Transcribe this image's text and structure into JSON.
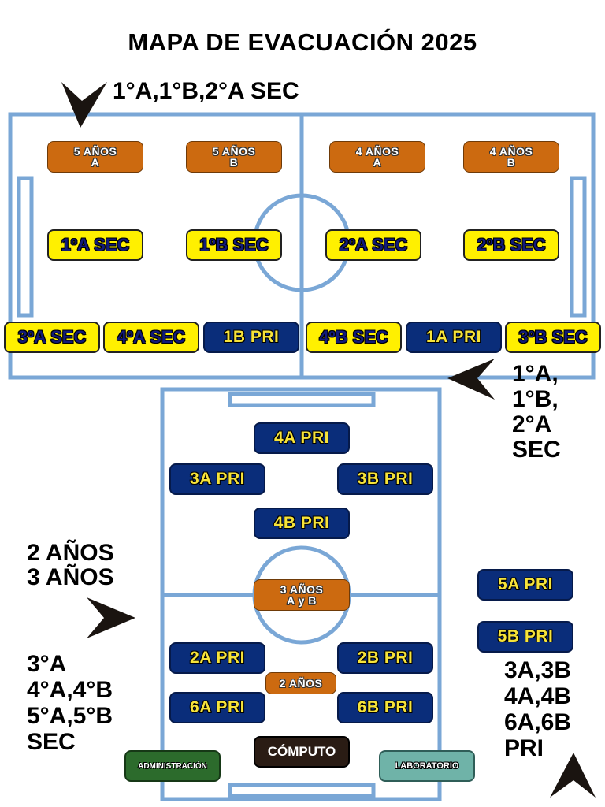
{
  "title": "MAPA DE EVACUACIÓN 2025",
  "labels": {
    "top_route": "1°A,1°B,2°A SEC",
    "right_route": "1°A,\n1°B,\n2°A\nSEC",
    "left_top": "2 AÑOS\n3 AÑOS",
    "left_bottom": "3°A\n4°A,4°B\n5°A,5°B\nSEC",
    "right_bottom": "3A,3B\n4A,4B\n6A,6B\nPRI"
  },
  "rooms": {
    "k5a": "5 AÑOS\nA",
    "k5b": "5 AÑOS\nB",
    "k4a": "4 AÑOS\nA",
    "k4b": "4 AÑOS\nB",
    "s1a": "1ºA SEC",
    "s1b": "1ºB SEC",
    "s2a": "2ºA SEC",
    "s2b": "2ºB SEC",
    "s3a": "3ºA SEC",
    "s4a": "4ºA SEC",
    "p1b": "1B PRI",
    "s4b": "4ºB SEC",
    "p1a": "1A PRI",
    "s3b": "3ºB SEC",
    "p4a": "4A PRI",
    "p3a": "3A PRI",
    "p3b": "3B PRI",
    "p4b": "4B PRI",
    "k3ab": "3 AÑOS\nA y B",
    "p5a": "5A PRI",
    "p5b": "5B PRI",
    "p2a": "2A PRI",
    "p2b": "2B PRI",
    "k2": "2 AÑOS",
    "p6a": "6A PRI",
    "p6b": "6B PRI",
    "computo": "CÓMPUTO",
    "admin": "ADMINISTRACIÓN",
    "lab": "LABORATORIO"
  },
  "colors": {
    "field_lines": "#7aa7d6",
    "arrow": "#1a1410"
  }
}
